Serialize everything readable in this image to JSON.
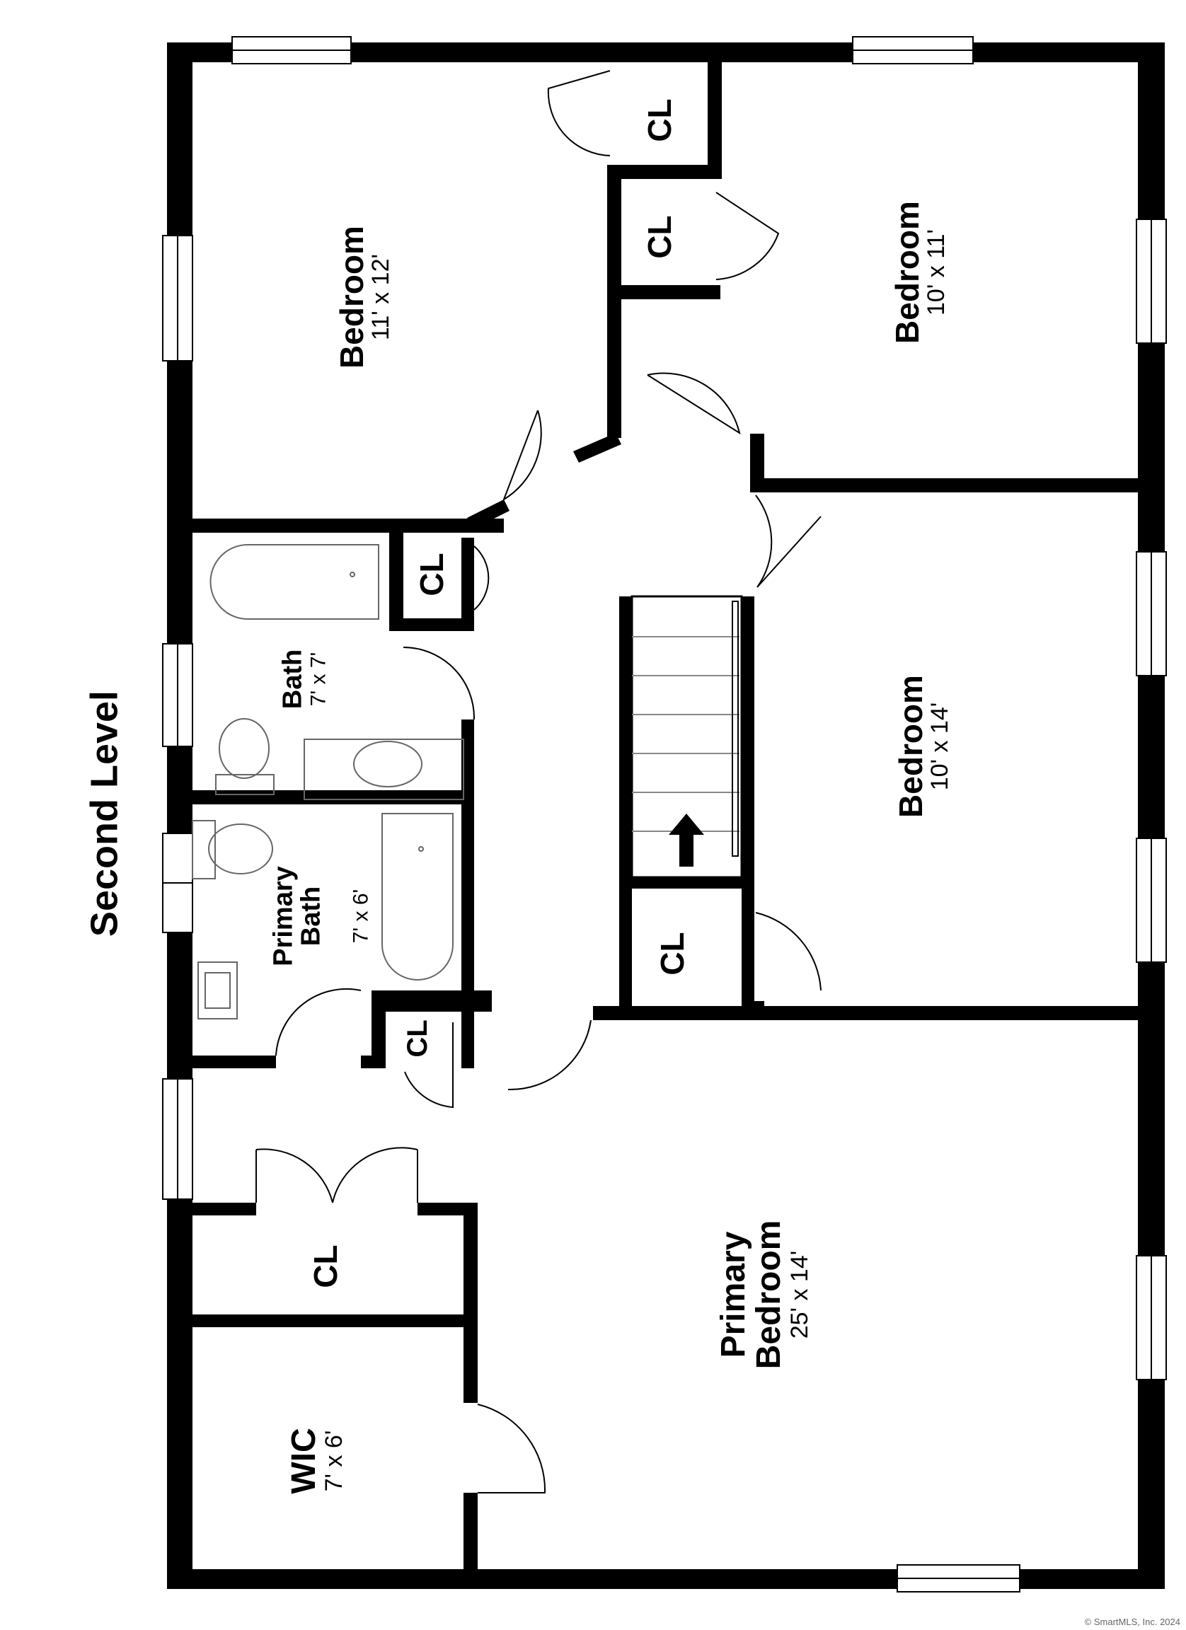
{
  "level_title": "Second Level",
  "rooms": [
    {
      "id": "bedroom-nw",
      "name": "Bedroom",
      "dims": "11' x 12'"
    },
    {
      "id": "bedroom-ne",
      "name": "Bedroom",
      "dims": "10' x 11'"
    },
    {
      "id": "bedroom-e",
      "name": "Bedroom",
      "dims": "10' x 14'"
    },
    {
      "id": "bath",
      "name": "Bath",
      "dims": "7' x 7'"
    },
    {
      "id": "primary-bath",
      "name": "Primary\nBath",
      "dims": "7' x 6'"
    },
    {
      "id": "primary-bedroom",
      "name": "Primary\nBedroom",
      "dims": "25' x 14'"
    },
    {
      "id": "wic",
      "name": "WIC",
      "dims": "7' x 6'"
    }
  ],
  "closets": [
    "CL",
    "CL",
    "CL",
    "CL",
    "CL",
    "CL"
  ],
  "copyright": "© SmartMLS, Inc.  2024",
  "colors": {
    "wall": "#000000",
    "background": "#ffffff",
    "fixture": "#555555"
  }
}
